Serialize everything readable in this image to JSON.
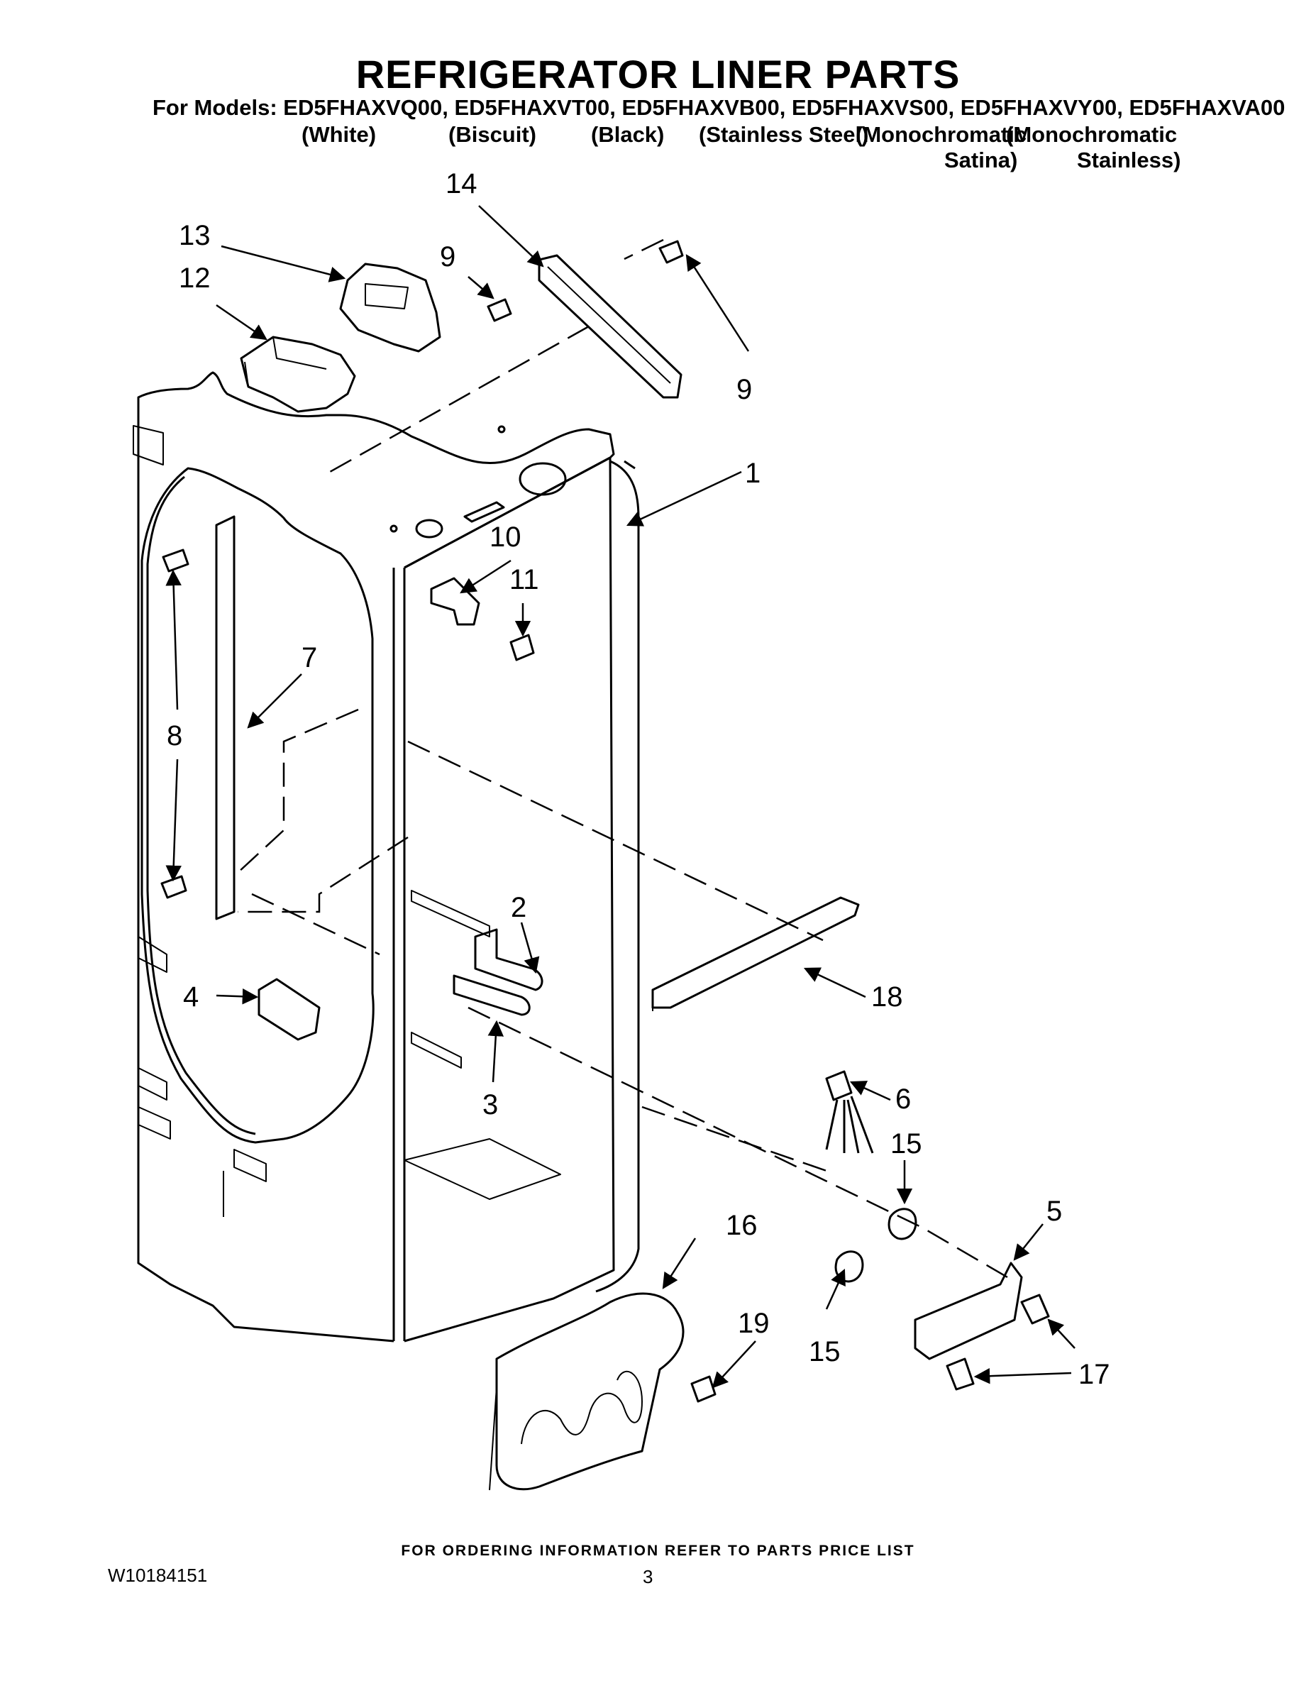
{
  "title": "REFRIGERATOR LINER PARTS",
  "models_line": "For Models: ED5FHAXVQ00, ED5FHAXVT00, ED5FHAXVB00, ED5FHAXVS00, ED5FHAXVY00, ED5FHAXVA00",
  "variants": [
    {
      "line1": "(White)",
      "line2": ""
    },
    {
      "line1": "(Biscuit)",
      "line2": ""
    },
    {
      "line1": "(Black)",
      "line2": ""
    },
    {
      "line1": "(Stainless Steel)",
      "line2": ""
    },
    {
      "line1": "(Monochromatic",
      "line2": "Satina)"
    },
    {
      "line1": "(Monochromatic",
      "line2": "Stainless)"
    }
  ],
  "callouts": [
    {
      "id": "14",
      "label": "14"
    },
    {
      "id": "13",
      "label": "13"
    },
    {
      "id": "12",
      "label": "12"
    },
    {
      "id": "9a",
      "label": "9"
    },
    {
      "id": "9b",
      "label": "9"
    },
    {
      "id": "1",
      "label": "1"
    },
    {
      "id": "10",
      "label": "10"
    },
    {
      "id": "11",
      "label": "11"
    },
    {
      "id": "7",
      "label": "7"
    },
    {
      "id": "8",
      "label": "8"
    },
    {
      "id": "2",
      "label": "2"
    },
    {
      "id": "3",
      "label": "3"
    },
    {
      "id": "4",
      "label": "4"
    },
    {
      "id": "18",
      "label": "18"
    },
    {
      "id": "6",
      "label": "6"
    },
    {
      "id": "15a",
      "label": "15"
    },
    {
      "id": "5",
      "label": "5"
    },
    {
      "id": "16",
      "label": "16"
    },
    {
      "id": "19",
      "label": "19"
    },
    {
      "id": "15b",
      "label": "15"
    },
    {
      "id": "17",
      "label": "17"
    }
  ],
  "footer_note": "FOR ORDERING INFORMATION REFER TO PARTS PRICE LIST",
  "doc_number": "W10184151",
  "page_number": "3"
}
